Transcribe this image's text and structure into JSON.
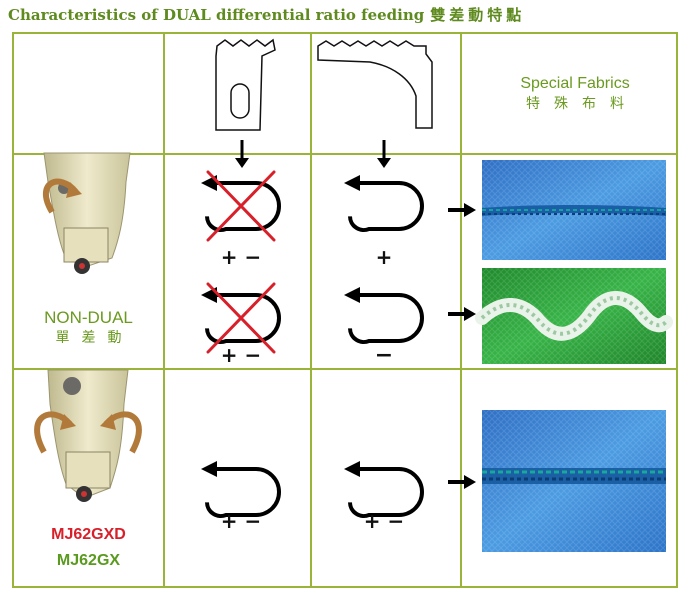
{
  "title": {
    "english": "Characteristics of DUAL differential ratio feeding",
    "chinese": "雙差動特點"
  },
  "header": {
    "special_fabrics_en": "Special Fabrics",
    "special_fabrics_zh": "特殊布料"
  },
  "rows": {
    "non_dual": {
      "label_en": "NON-DUAL",
      "label_zh": "單差動",
      "feed_a_top": "+ −",
      "feed_a_bottom": "+ −",
      "feed_b_top": "+",
      "feed_b_bottom": "−"
    },
    "dual": {
      "model_primary": "MJ62GXD",
      "model_secondary": "MJ62GX",
      "feed_a": "+ −",
      "feed_b": "+ −"
    }
  },
  "colors": {
    "grid": "#9ab43a",
    "title": "#5e8a1e",
    "label_green": "#6a9a1f",
    "model_red": "#d8202a",
    "cross_red": "#d8202a",
    "fabric_blue": "#3a8ad6",
    "fabric_green": "#2aa33a"
  },
  "icons": [
    "down-arrow-icon",
    "right-arrow-icon",
    "feed-loop-icon",
    "cross-mark-icon"
  ]
}
